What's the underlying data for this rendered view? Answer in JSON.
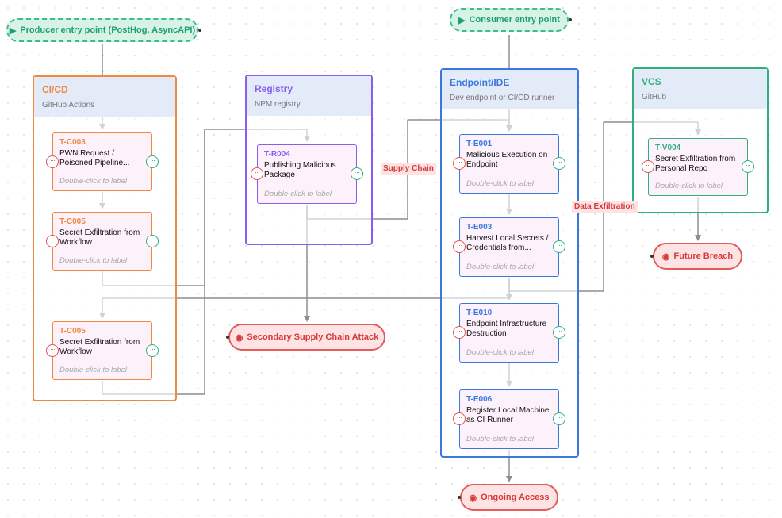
{
  "entry_points": {
    "producer": "Producer entry point (PostHog, AsyncAPI)",
    "consumer": "Consumer entry point",
    "glyph": "▶"
  },
  "lanes": {
    "cicd": {
      "title": "CI/CD",
      "subtitle": "GitHub Actions",
      "color": "#f0883e"
    },
    "registry": {
      "title": "Registry",
      "subtitle": "NPM registry",
      "color": "#8a5cf0"
    },
    "endpoint": {
      "title": "Endpoint/IDE",
      "subtitle": "Dev endpoint or CI/CD runner",
      "color": "#3a78e0"
    },
    "vcs": {
      "title": "VCS",
      "subtitle": "GitHub",
      "color": "#2fae7e"
    }
  },
  "cards": {
    "c003a": {
      "id": "T-C003",
      "title": "PWN Request / Poisoned Pipeline..."
    },
    "c005a": {
      "id": "T-C005",
      "title": "Secret Exfiltration from Workflow"
    },
    "c005b": {
      "id": "T-C005",
      "title": "Secret Exfiltration from Workflow"
    },
    "r004": {
      "id": "T-R004",
      "title": "Publishing Malicious Package"
    },
    "e001": {
      "id": "T-E001",
      "title": "Malicious Execution on Endpoint"
    },
    "e003": {
      "id": "T-E003",
      "title": "Harvest Local Secrets / Credentials from..."
    },
    "e010": {
      "id": "T-E010",
      "title": "Endpoint Infrastructure Destruction"
    },
    "e006": {
      "id": "T-E006",
      "title": "Register Local Machine as CI Runner"
    },
    "v004": {
      "id": "T-V004",
      "title": "Secret Exfiltration from Personal Repo"
    }
  },
  "card_hint": "Double-click to label",
  "port_glyph": "···",
  "outcomes": {
    "secondary": "Secondary Supply Chain Attack",
    "ongoing": "Ongoing Access",
    "future": "Future Breach",
    "glyph": "◉"
  },
  "edge_labels": {
    "supply_chain": "Supply Chain",
    "data_exfiltration": "Data Exfiltration"
  },
  "colors": {
    "edge": "#8a8f96",
    "entry_fill": "#d6f3e6",
    "entry_border": "#3dbb8a",
    "outcome_fill": "#fde3e3",
    "outcome_border": "#e35b5b",
    "card_fill": "#fdf2fb",
    "lane_header_fill": "#e3ebf8"
  }
}
